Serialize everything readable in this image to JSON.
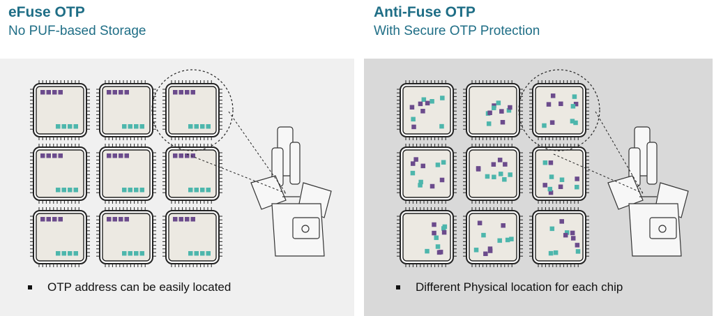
{
  "left": {
    "title": "eFuse OTP",
    "subtitle": "No PUF-based Storage",
    "bullet": "OTP address can be easily located",
    "panel_color": "#f0f0f0"
  },
  "right": {
    "title": "Anti-Fuse OTP",
    "subtitle": "With Secure OTP Protection",
    "bullet": "Different Physical location for each chip",
    "panel_color": "#d9d9d9"
  },
  "colors": {
    "title": "#1f6e86",
    "purple_cell": "#6b4b8c",
    "teal_cell": "#4db6ac",
    "chip_fill": "#ece9e2",
    "chip_outline": "#222222"
  },
  "icons": {
    "chip": "chip-icon",
    "microscope": "microscope-icon",
    "magnifier": "magnifier-circle-icon"
  }
}
